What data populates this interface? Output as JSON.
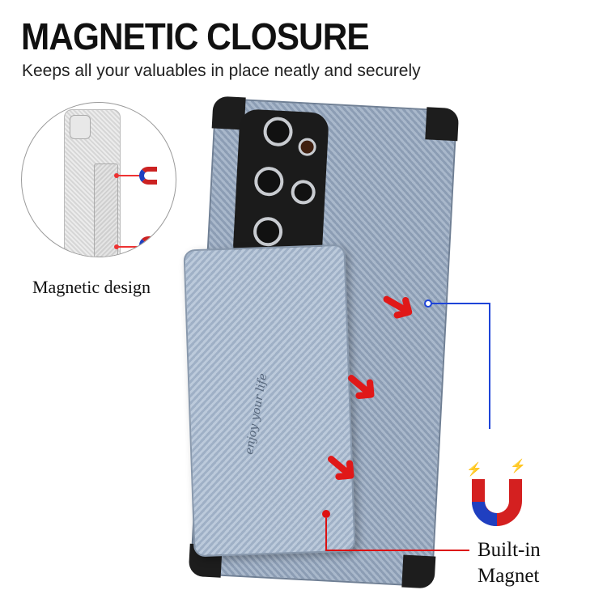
{
  "header": {
    "title": "MAGNETIC CLOSURE",
    "subtitle": "Keeps all your valuables in place neatly and securely"
  },
  "inset": {
    "caption": "Magnetic design"
  },
  "product": {
    "card_print": "enjoy your life"
  },
  "callout": {
    "line1": "Built-in",
    "line2": "Magnet"
  },
  "colors": {
    "arrow": "#e01818",
    "blue_line": "#1e44d8",
    "magnet_red": "#d42020",
    "magnet_blue": "#1f3fc0"
  }
}
